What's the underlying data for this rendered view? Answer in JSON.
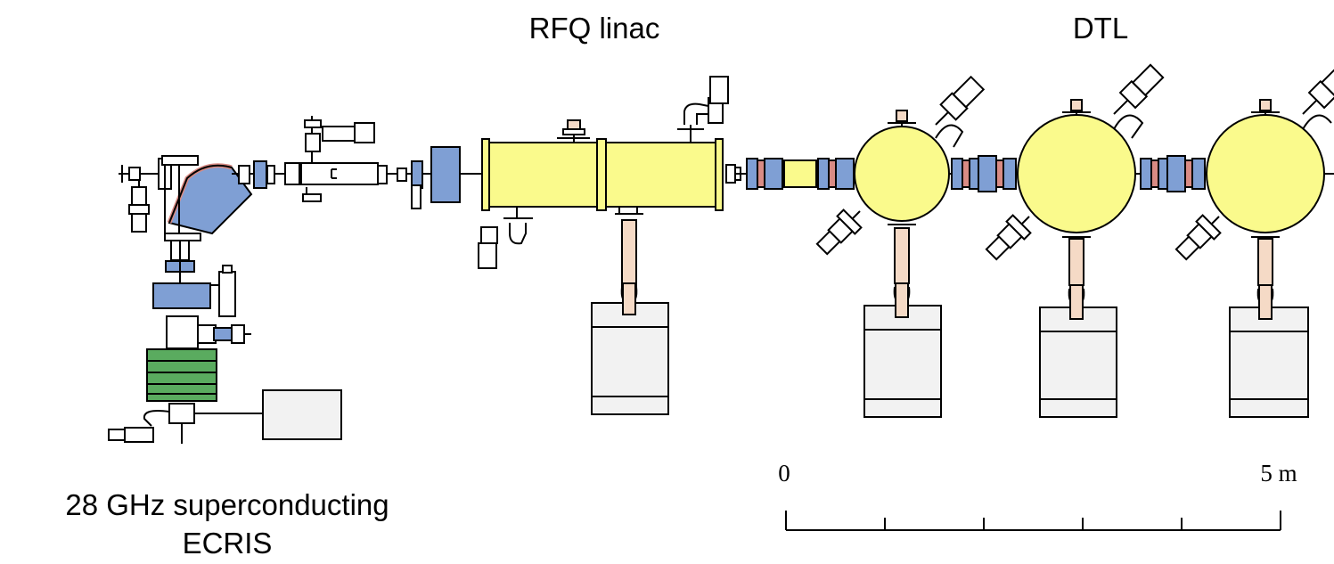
{
  "labels": {
    "rfq": "RFQ linac",
    "dtl": "DTL",
    "ecris_line1": "28 GHz superconducting",
    "ecris_line2": "ECRIS"
  },
  "scale_bar": {
    "start_label": "0",
    "end_label": "5 m",
    "major_ticks": 6
  },
  "colors": {
    "cavity_yellow": "#fafa8c",
    "magnet_blue": "#7f9fd4",
    "quad_red": "#d98b84",
    "solenoid_green": "#5aab5f",
    "copper_pink": "#f5dac6",
    "power_supply_gray": "#f2f2f2",
    "outline": "#000000"
  }
}
